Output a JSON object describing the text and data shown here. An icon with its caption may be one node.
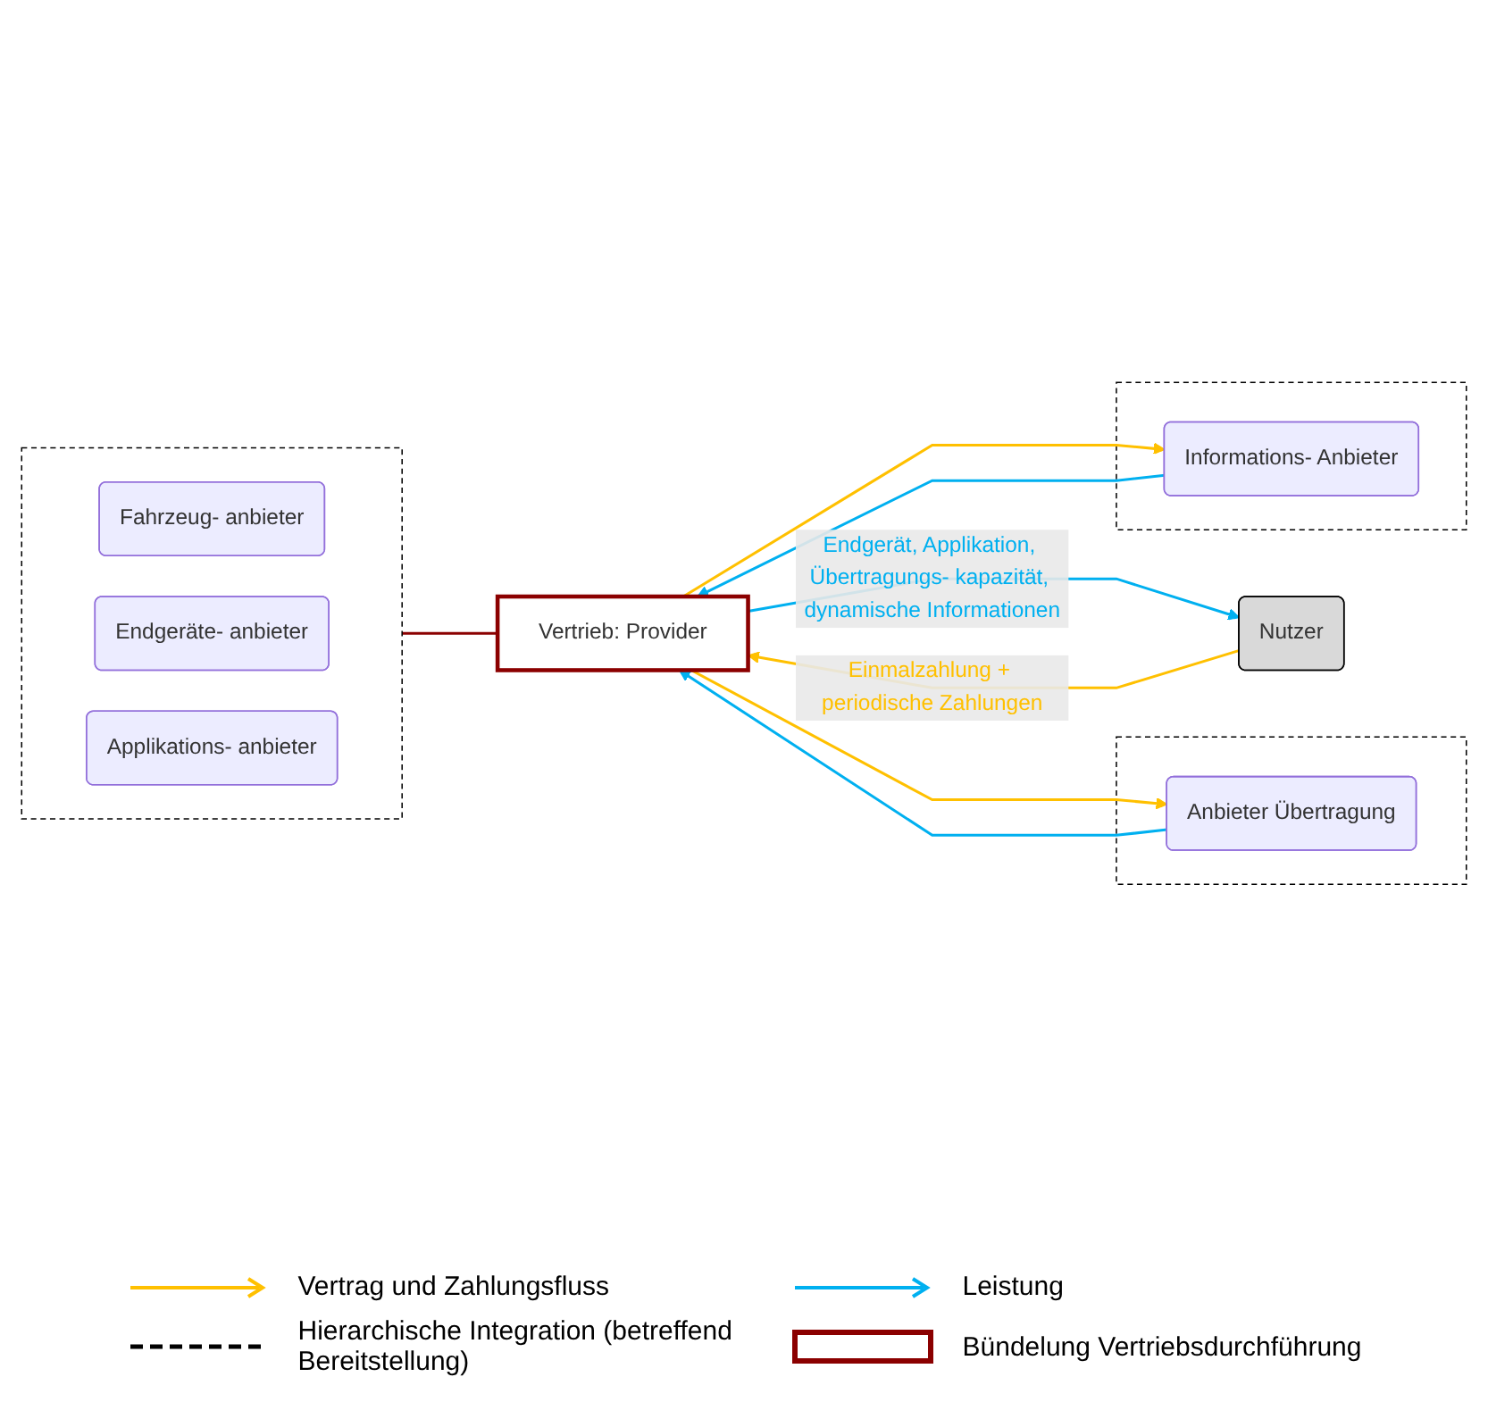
{
  "diagram": {
    "nodes": [
      {
        "text": [],
        "shape": "box"
      },
      {
        "text": [
          "Anbieter Übertragung"
        ],
        "in": 0
      },
      {
        "text": [],
        "shape": "box"
      },
      {
        "text": [
          "Fahrzeug- anbieter"
        ],
        "in": 2
      },
      {
        "text": [
          "Endgeräte- anbieter"
        ],
        "in": 2
      },
      {
        "text": [
          "Applikations- anbieter"
        ],
        "in": 2
      },
      {
        "text": [],
        "shape": "box"
      },
      {
        "text": [
          "Informations- Anbieter"
        ],
        "in": 6
      },
      {
        "text": [
          "Vertrieb: Provider"
        ]
      },
      {
        "text": [
          "Nutzer"
        ]
      }
    ],
    "edges": [
      {
        "from": 8,
        "to": 1,
        "arrow": "to",
        "color": "#ffc000"
      },
      {
        "from": 1,
        "to": 8,
        "arrow": "to",
        "color": "#00b0f0"
      },
      {
        "from": 2,
        "to": 8,
        "arrow": "none",
        "color": "#8b0000"
      },
      {
        "from": 8,
        "to": 7,
        "arrow": "to",
        "color": "#ffc000"
      },
      {
        "from": 7,
        "to": 8,
        "arrow": "to",
        "color": "#00b0f0"
      },
      {
        "from": 9,
        "to": 8,
        "arrow": "to",
        "label": "Einmalzahlung + periodische Zahlungen",
        "color": "#ffc000"
      },
      {
        "from": 8,
        "to": 9,
        "arrow": "to",
        "label": "Endgerät, Applikation, Übertragungs- kapazität, dynamische Informationen",
        "color": "#00b0f0"
      }
    ],
    "legend": [
      {
        "text": "Vertrag und Zahlungsfluss"
      },
      {
        "text": "Leistung"
      },
      {
        "text": "Hierarchische Integration (betreffend Bereitstellung)"
      },
      {
        "text": "Bündelung Vertriebsdurchführung"
      }
    ]
  }
}
